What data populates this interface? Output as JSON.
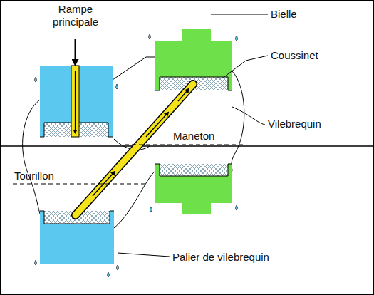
{
  "diagram": {
    "labels": [
      "Rampe principale",
      "Bielle",
      "Coussinet",
      "Vilebrequin",
      "Maneton",
      "Tourillon",
      "Palier de vilebrequin"
    ]
  }
}
